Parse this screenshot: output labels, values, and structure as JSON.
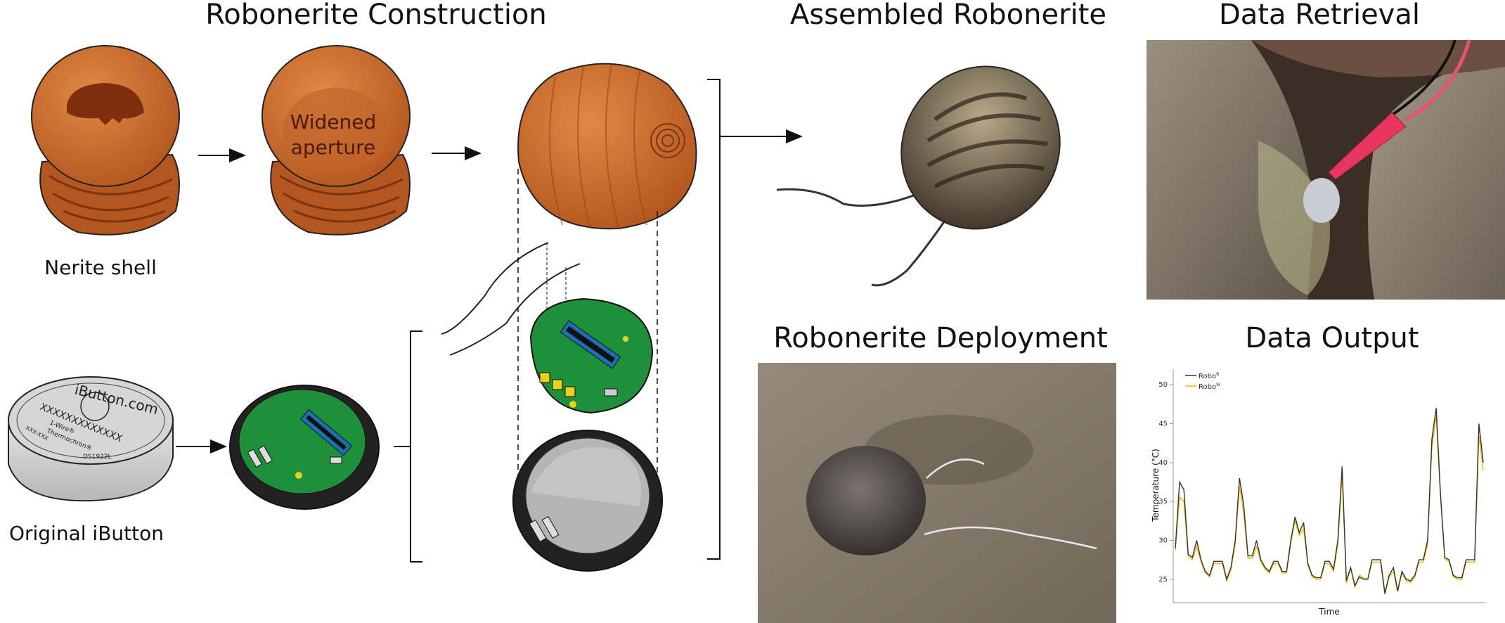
{
  "titles": {
    "construction": "Robonerite Construction",
    "assembled": "Assembled Robonerite",
    "retrieval": "Data Retrieval",
    "deployment": "Robonerite Deployment",
    "output": "Data Output"
  },
  "labels": {
    "nerite_shell": "Nerite shell",
    "widened_line1": "Widened",
    "widened_line2": "aperture",
    "original_ibutton": "Original iButton"
  },
  "ibutton_text": {
    "brand": "iButton.com",
    "serial": "XXXXXXXXXXXXX",
    "line1": "1-Wire®",
    "line2": "Thermochron®",
    "code": "XXX-XXX",
    "model": "DS1922L"
  },
  "colors": {
    "shell": "#c8652a",
    "shell_dark": "#8a3a14",
    "pcb": "#1e8f3a",
    "series_b": "#333333",
    "series_w": "#f2b500"
  },
  "chart_data": {
    "type": "line",
    "title": "Data Output",
    "xlabel": "Time",
    "ylabel": "Temperature (°C)",
    "ylim": [
      22,
      52
    ],
    "yticks": [
      25,
      30,
      35,
      40,
      45,
      50
    ],
    "grid": false,
    "legend_position": "top-left",
    "series": [
      {
        "name": "Robo",
        "sup": "B",
        "color": "#333333",
        "values": [
          29,
          37.5,
          36.5,
          28.2,
          27.8,
          30,
          27.5,
          26,
          25.5,
          27.3,
          27.3,
          27.3,
          25,
          26.5,
          30,
          38,
          34.5,
          28,
          28,
          30,
          27.5,
          26.5,
          26,
          27.3,
          27.3,
          26,
          26,
          30,
          33,
          31,
          32.3,
          27,
          25.5,
          25.2,
          25.2,
          27.3,
          27.3,
          26.3,
          30,
          39.5,
          24.8,
          26.5,
          24.2,
          25.3,
          25,
          25,
          27.5,
          27.5,
          27.5,
          23.2,
          25.5,
          26.5,
          23.5,
          26,
          25,
          24.8,
          25.5,
          27.5,
          27.5,
          30,
          43,
          47,
          36,
          27.8,
          27.5,
          25.5,
          25.2,
          25.2,
          27.5,
          27.5,
          27.5,
          45,
          40
        ]
      },
      {
        "name": "Robo",
        "sup": "W",
        "color": "#f2b500",
        "values": [
          28.7,
          35.5,
          35,
          28,
          27.5,
          29.2,
          27.3,
          25.8,
          25.3,
          27,
          27,
          27,
          24.8,
          26.2,
          29.5,
          37,
          33.5,
          27.7,
          27.7,
          29.2,
          27.2,
          26.3,
          25.8,
          27,
          27,
          25.8,
          25.8,
          29.6,
          32.5,
          30.6,
          31.5,
          26.8,
          25.3,
          25,
          25,
          27,
          27,
          26,
          29.5,
          38.5,
          24.5,
          26.4,
          24,
          25.5,
          25.2,
          25,
          27.2,
          27.2,
          27.2,
          23,
          25.3,
          26,
          23.4,
          25.8,
          24.8,
          24.6,
          25.3,
          27.2,
          27.2,
          29.5,
          42,
          46,
          35.5,
          27.6,
          27.3,
          25.3,
          25,
          25,
          27.2,
          27.2,
          27.2,
          43.5,
          39
        ]
      }
    ]
  }
}
